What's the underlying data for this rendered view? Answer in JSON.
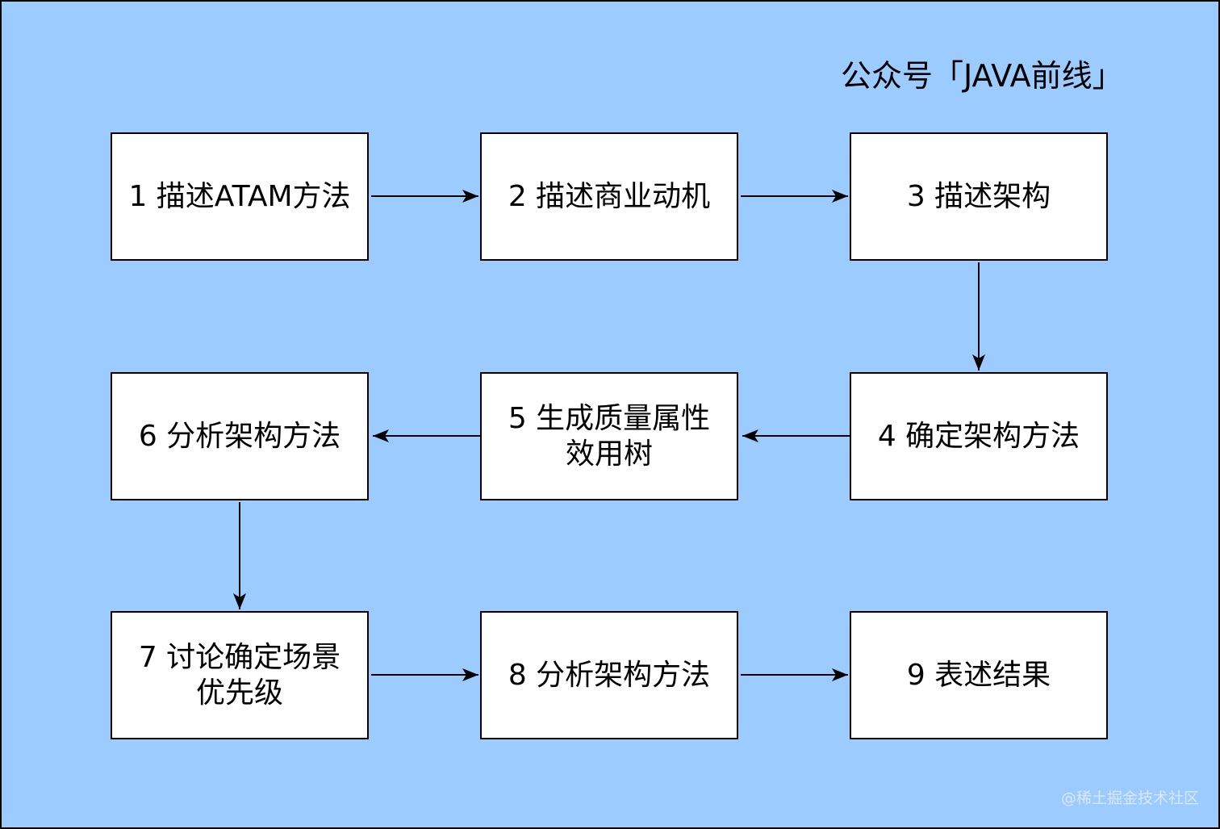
{
  "caption": "公众号「JAVA前线」",
  "watermark": "@稀土掘金技术社区",
  "steps": [
    {
      "label": "1 描述ATAM方法"
    },
    {
      "label": "2 描述商业动机"
    },
    {
      "label": "3 描述架构"
    },
    {
      "label": "4 确定架构方法"
    },
    {
      "label": "5 生成质量属性效用树"
    },
    {
      "label": "6 分析架构方法"
    },
    {
      "label": "7 讨论确定场景优先级"
    },
    {
      "label": "8 分析架构方法"
    },
    {
      "label": "9 表述结果"
    }
  ],
  "colors": {
    "background": "#9ccbff",
    "box_fill": "#ffffff",
    "line": "#000000"
  }
}
